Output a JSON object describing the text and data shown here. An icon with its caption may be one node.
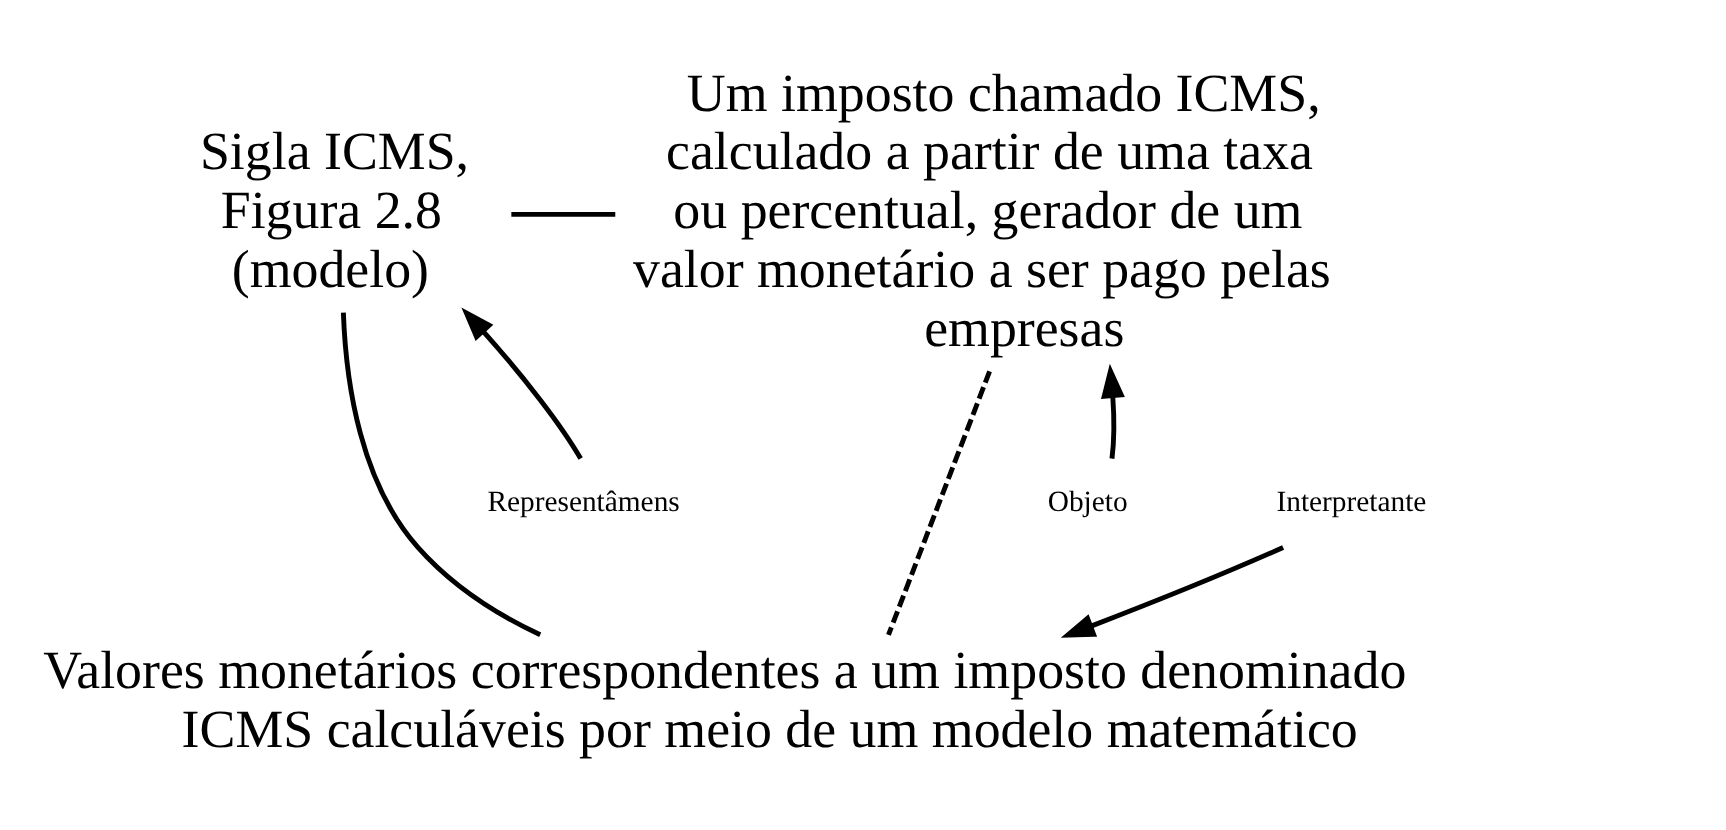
{
  "diagram": {
    "nodes": [
      {
        "text": [
          "Sigla ICMS, Figura 2.8 (modelo)"
        ]
      },
      {
        "text": [
          "Um imposto chamado ICMS, calculado a partir de uma taxa ou percentual, gerador de um valor monetário a ser pago pelas empresas"
        ]
      },
      {
        "text": [
          "Valores monetários correspondentes a um imposto denominado ICMS calculáveis por meio de um modelo matemático"
        ]
      },
      {
        "text": [
          "Representâmens"
        ]
      },
      {
        "text": [
          "Objeto"
        ]
      },
      {
        "text": [
          "Interpretante"
        ]
      }
    ],
    "edges": [
      {
        "from": 0,
        "to": 1,
        "arrow": "none"
      },
      {
        "from": 0,
        "to": 2,
        "arrow": "none"
      },
      {
        "from": 1,
        "to": 2,
        "arrow": "none",
        "style": "dashed"
      },
      {
        "from": 3,
        "to": 0,
        "arrow": "to"
      },
      {
        "from": 4,
        "to": 1,
        "arrow": "to"
      },
      {
        "from": 5,
        "to": 2,
        "arrow": "to"
      }
    ]
  }
}
